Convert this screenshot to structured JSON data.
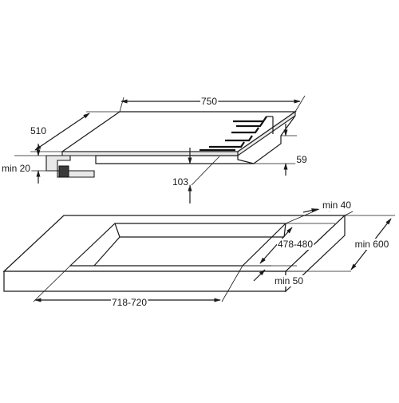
{
  "diagram": {
    "dimensions": {
      "width_750": "750",
      "depth_510": "510",
      "min_20": "min 20",
      "height_59": "59",
      "height_103": "103",
      "min_40": "min 40",
      "cutout_depth": "478-480",
      "min_600": "min 600",
      "min_50": "min 50",
      "cutout_width": "718-720"
    }
  }
}
